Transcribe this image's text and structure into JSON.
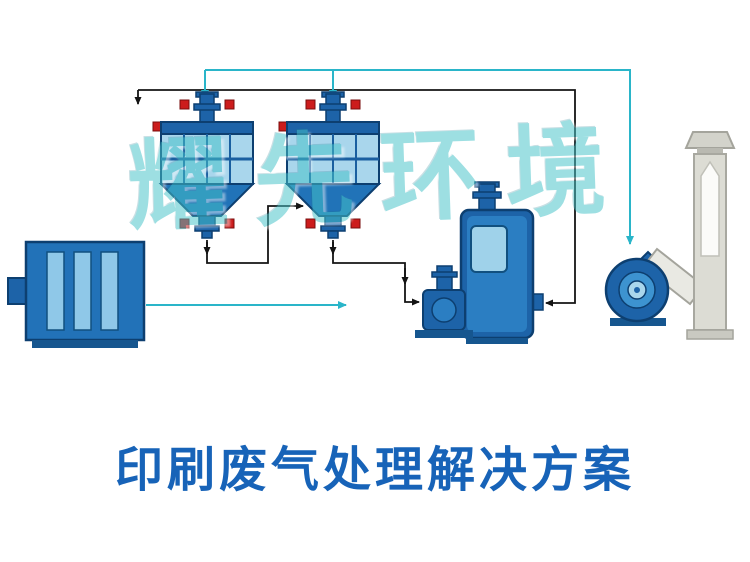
{
  "page": {
    "title": "印刷废气处理解决方案",
    "watermark": "耀先环境"
  },
  "diagram": {
    "components": [
      {
        "name": "activated-carbon-adsorption-box",
        "type": "equipment"
      },
      {
        "name": "filter-purification-tower-1",
        "type": "equipment"
      },
      {
        "name": "filter-purification-tower-2",
        "type": "equipment"
      },
      {
        "name": "spray-scrubber-tank",
        "type": "equipment"
      },
      {
        "name": "circulation-pump",
        "type": "equipment"
      },
      {
        "name": "centrifugal-fan",
        "type": "equipment"
      },
      {
        "name": "exhaust-chimney",
        "type": "equipment"
      }
    ],
    "flow_lines": {
      "black_arrow_color": "#141414",
      "cyan_arrow_color": "#2ab5c9"
    },
    "colors": {
      "equipment_dark_blue": "#1d63a8",
      "equipment_mid_blue": "#2b7ec2",
      "equipment_light_blue": "#a9d6ec",
      "valve_red": "#cc1c1c",
      "chimney_gray": "#dcdcd4",
      "title_blue": "#1763b8",
      "watermark_cyan": "#45c2c8"
    }
  }
}
